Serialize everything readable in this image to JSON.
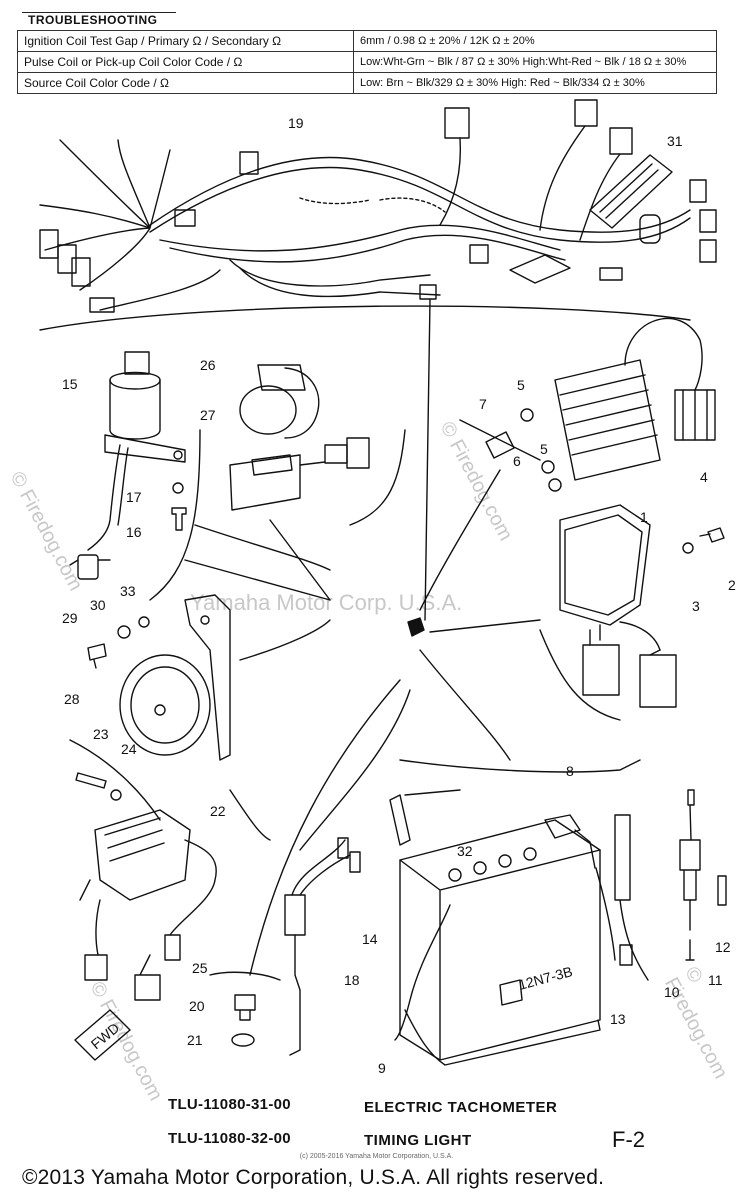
{
  "troubleshooting": {
    "title": "TROUBLESHOOTING",
    "rows": [
      {
        "label": "Ignition Coil Test Gap / Primary Ω / Secondary Ω",
        "value": "6mm / 0.98 Ω ± 20% / 12K Ω ± 20%"
      },
      {
        "label": "Pulse Coil or Pick-up Coil Color Code / Ω",
        "value": "Low:Wht-Grn ~ Blk / 87 Ω ± 30%  High:Wht-Red ~ Blk / 18 Ω ± 30%"
      },
      {
        "label": "Source Coil Color Code / Ω",
        "value": "Low: Brn ~ Blk/329 Ω ± 30%  High: Red ~ Blk/334 Ω ± 30%"
      }
    ]
  },
  "callouts": [
    "1",
    "2",
    "3",
    "4",
    "5",
    "5",
    "6",
    "7",
    "8",
    "9",
    "10",
    "11",
    "12",
    "13",
    "14",
    "15",
    "16",
    "17",
    "18",
    "19",
    "20",
    "21",
    "22",
    "23",
    "24",
    "25",
    "26",
    "27",
    "28",
    "29",
    "30",
    "31",
    "32",
    "33"
  ],
  "fwd_label": "FWD",
  "battery_label": "12N7-3B",
  "parts": [
    {
      "number": "TLU-11080-31-00",
      "name": "ELECTRIC TACHOMETER"
    },
    {
      "number": "TLU-11080-32-00",
      "name": "TIMING LIGHT"
    }
  ],
  "figure_id": "F-2",
  "small_copyright": "(c) 2005-2016 Yamaha Motor Corporation, U.S.A.",
  "copyright": "©2013 Yamaha Motor Corporation, U.S.A. All rights reserved.",
  "watermarks": {
    "firedog": "© Firedog.com",
    "yamaha": "Yamaha Motor Corp. U.S.A."
  }
}
